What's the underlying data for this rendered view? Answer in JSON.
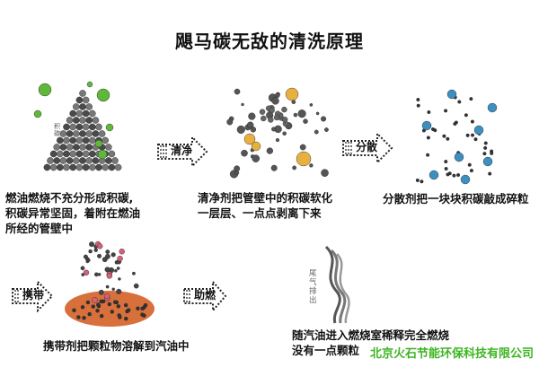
{
  "title": "飓马碳无敌的清洗原理",
  "steps": [
    {
      "caption_lines": [
        "燃油燃烧不充分形成积碳,",
        "积碳异常坚固，着附在燃油",
        "所经的管壁中"
      ],
      "image_label": "积碳"
    },
    {
      "arrow": "清净",
      "caption_lines": [
        "清净剂把管壁中的积碳软化",
        "一层层、一点点剥离下来"
      ]
    },
    {
      "arrow": "分散",
      "caption_lines": [
        "分散剂把一块块积碳敲成碎粒"
      ]
    },
    {
      "arrow": "携带",
      "caption_lines": [
        "携带剂把颗粒物溶解到汽油中"
      ]
    },
    {
      "arrow": "助燃",
      "caption_lines": [
        "随汽油进入燃烧室稀释完全燃烧",
        "没有一点颗粒"
      ],
      "image_label": "尾气排出"
    }
  ],
  "company": "北京火石节能环保科技有限公司",
  "colors": {
    "company": "#3cb521",
    "carbon": "#3a3a3a",
    "cleaner": "#e8b040",
    "dispersant": "#3d8fc0",
    "carrier": "#d4607a",
    "green": "#5fb83a"
  }
}
